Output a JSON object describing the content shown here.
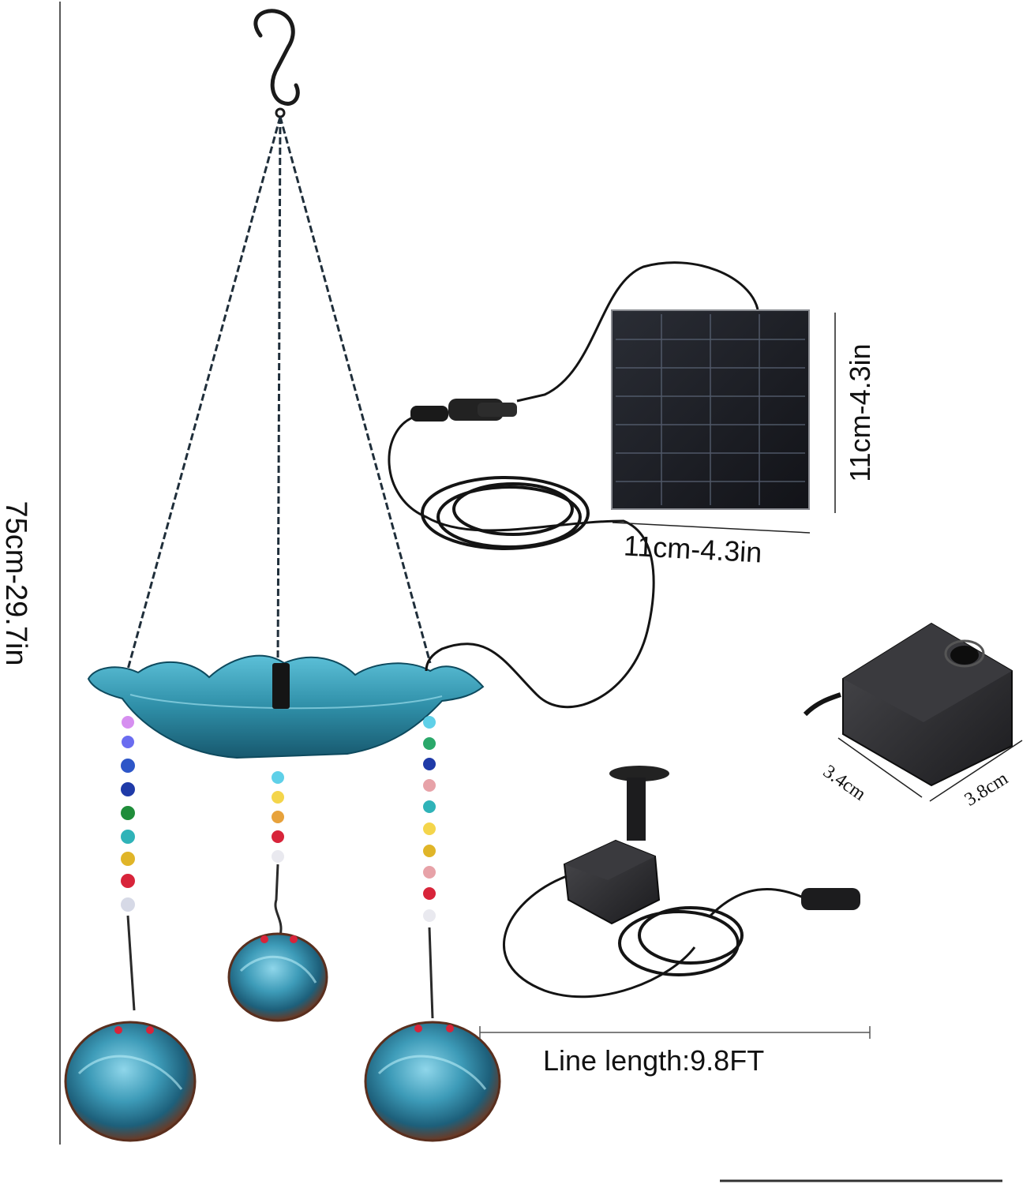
{
  "dimensions": {
    "total_height": "75cm-29.7in",
    "panel_height": "11cm-4.3in",
    "panel_width": "11cm-4.3in",
    "pump_depth": "3.4cm",
    "pump_width": "3.8cm",
    "line_length": "Line length:9.8FT"
  },
  "colors": {
    "glass_blue": "#2f8fa8",
    "panel_black": "#1b1d22",
    "cable_black": "#141414",
    "chain_dark": "#1f2e3a"
  }
}
